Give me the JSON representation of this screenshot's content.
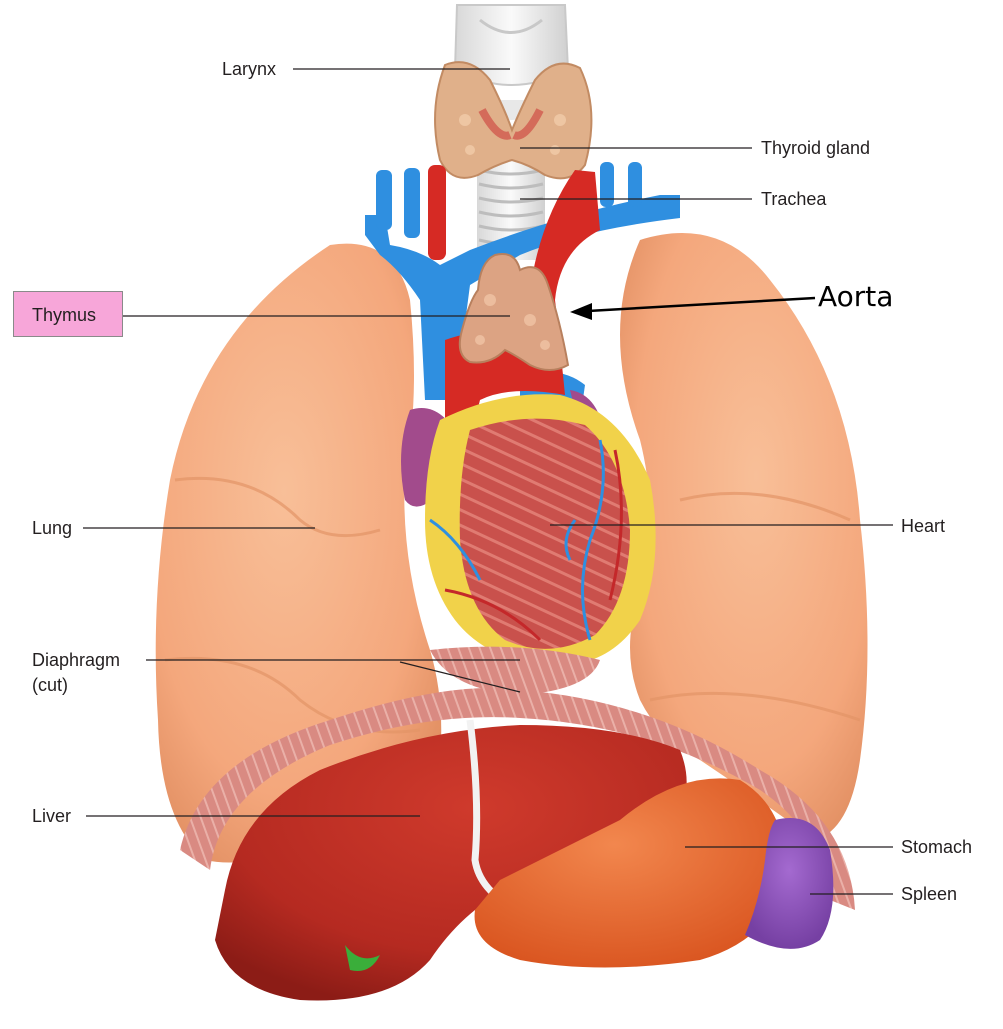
{
  "labels": {
    "larynx": "Larynx",
    "thyroid": "Thyroid gland",
    "trachea": "Trachea",
    "thymus": "Thymus",
    "aorta": "Aorta",
    "lung": "Lung",
    "heart": "Heart",
    "diaphragm": "Diaphragm",
    "diaphragm_cut": "(cut)",
    "liver": "Liver",
    "stomach": "Stomach",
    "spleen": "Spleen"
  },
  "colors": {
    "lung": "#f4a77c",
    "lung_shadow": "#d9855a",
    "liver": "#b52a21",
    "stomach": "#e8622e",
    "spleen": "#8a4fb5",
    "heart": "#c9514c",
    "fat": "#f1d24a",
    "vein": "#2f8fe0",
    "artery": "#d62a24",
    "thymus": "#dca383",
    "thyroid": "#e0b08a",
    "trachea": "#eeeeee",
    "diaphragm": "#d98a82",
    "highlight": "#f7a6d9",
    "leader": "#231f20"
  }
}
